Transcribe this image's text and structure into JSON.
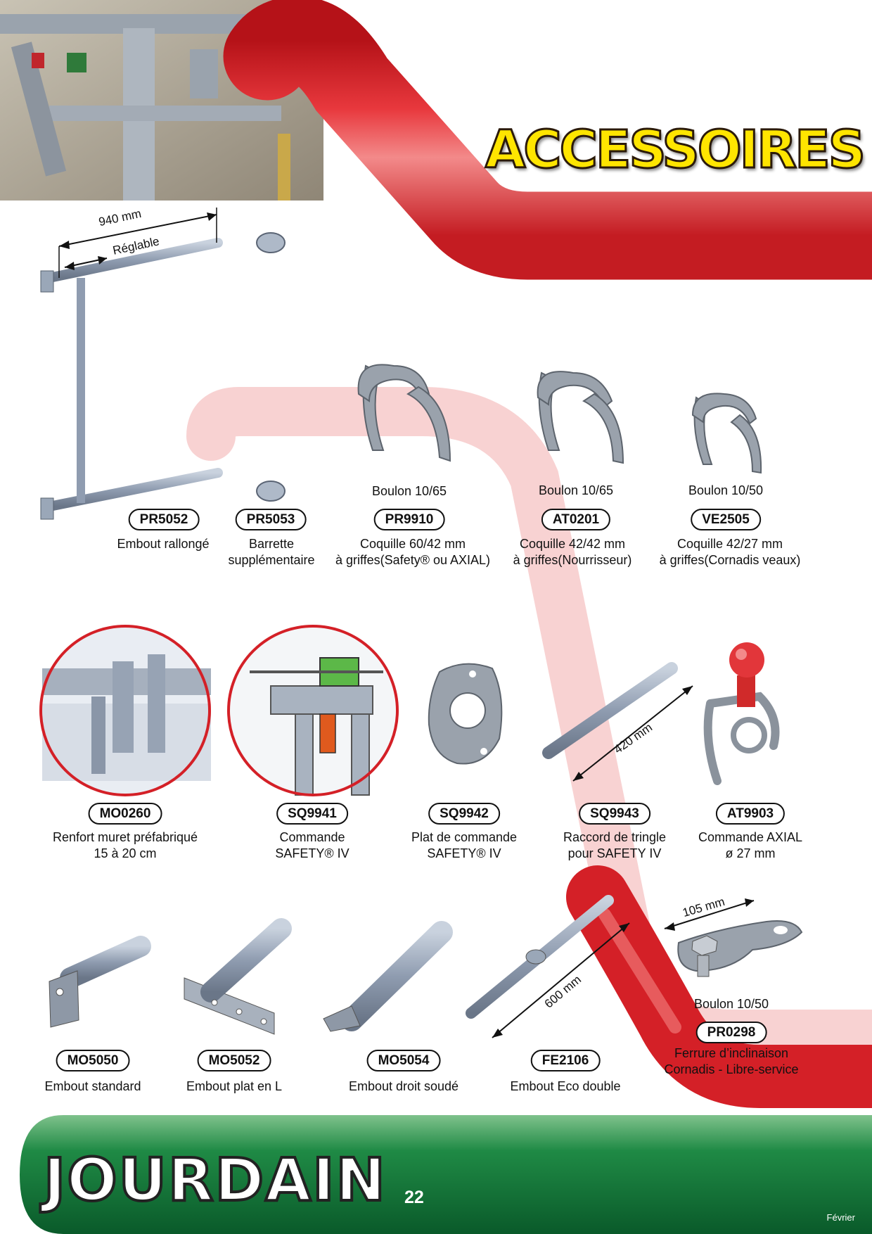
{
  "page": {
    "title": "ACCESSOIRES",
    "brand": "JOURDAIN",
    "page_number": "22",
    "footer_note": "Février"
  },
  "colors": {
    "accent_red": "#d42027",
    "footer_green": "#0f7a3c",
    "title_yellow": "#ffe500"
  },
  "row1": [
    {
      "code": "PR5052",
      "desc": "Embout rallongé",
      "bolt": ""
    },
    {
      "code": "PR5053",
      "desc": "Barrette\nsupplémentaire",
      "bolt": ""
    },
    {
      "code": "PR9910",
      "desc": "Coquille 60/42 mm\nà griffes(Safety® ou AXIAL)",
      "bolt": "Boulon 10/65"
    },
    {
      "code": "AT0201",
      "desc": "Coquille 42/42 mm\nà griffes(Nourrisseur)",
      "bolt": "Boulon 10/65"
    },
    {
      "code": "VE2505",
      "desc": "Coquille 42/27 mm\nà griffes(Cornadis veaux)",
      "bolt": "Boulon 10/50"
    }
  ],
  "row2": [
    {
      "code": "MO0260",
      "desc": "Renfort muret préfabriqué\n15 à 20 cm"
    },
    {
      "code": "SQ9941",
      "desc": "Commande\nSAFETY® IV"
    },
    {
      "code": "SQ9942",
      "desc": "Plat de commande\nSAFETY® IV"
    },
    {
      "code": "SQ9943",
      "desc": "Raccord de tringle\npour SAFETY IV"
    },
    {
      "code": "AT9903",
      "desc": "Commande AXIAL\nø 27 mm"
    }
  ],
  "row3": [
    {
      "code": "MO5050",
      "desc": "Embout standard"
    },
    {
      "code": "MO5052",
      "desc": "Embout plat en L"
    },
    {
      "code": "MO5054",
      "desc": "Embout droit soudé"
    },
    {
      "code": "FE2106",
      "desc": "Embout Eco double"
    },
    {
      "code": "PR0298",
      "desc": "Ferrure d’inclinaison\nCornadis - Libre-service",
      "bolt": "Boulon 10/50"
    }
  ],
  "dimensions": {
    "frame_width": "940 mm",
    "frame_adjust": "Réglable",
    "rod_length": "420 mm",
    "double_length": "600 mm",
    "bracket_length": "105 mm"
  }
}
